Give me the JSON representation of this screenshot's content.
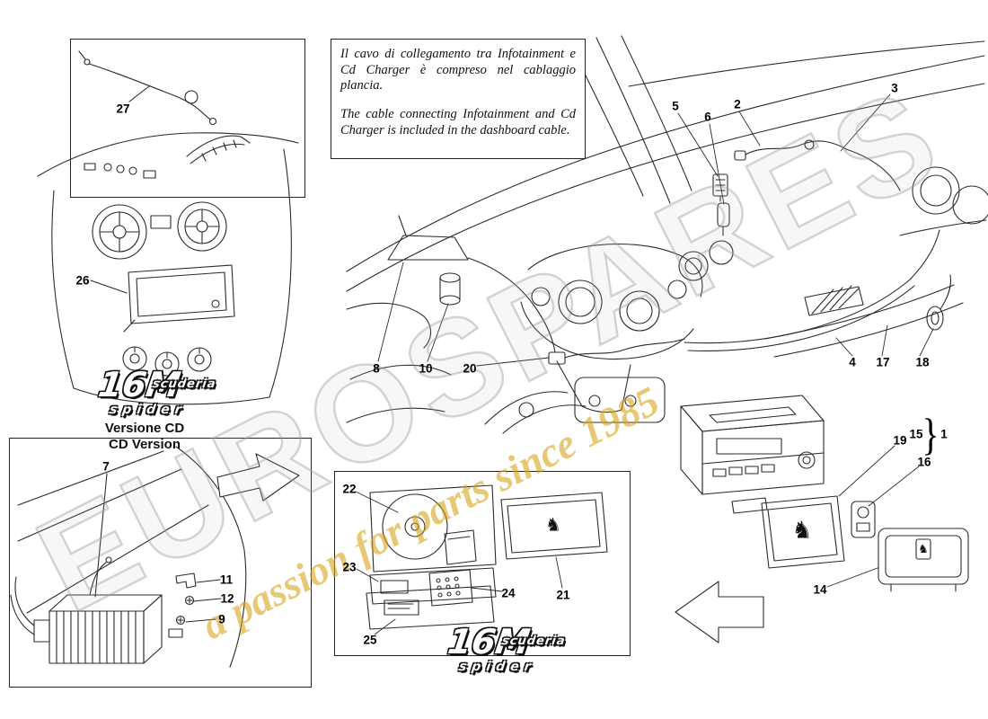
{
  "watermark": {
    "brand": "EUROSPARES",
    "tagline": "a passion for parts since 1985",
    "brand_color": "#aaaaaa",
    "tagline_color": "#d5a012"
  },
  "note": {
    "it": "Il cavo di collegamento tra Infotainment e Cd Charger è compreso nel cablaggio plancia.",
    "en": "The cable connecting Infotainment and Cd Charger is included in the dashboard cable."
  },
  "labels": {
    "version_it": "Versione CD",
    "version_en": "CD Version"
  },
  "badge": {
    "numeral": "16M",
    "scuderia": "scuderia",
    "spider": "spider"
  },
  "icons": {
    "prancing_horse": "♞",
    "brace": "}"
  },
  "callouts": {
    "c1": "1",
    "c2": "2",
    "c3": "3",
    "c4": "4",
    "c5": "5",
    "c6": "6",
    "c7": "7",
    "c8": "8",
    "c9": "9",
    "c10": "10",
    "c11": "11",
    "c12": "12",
    "c14": "14",
    "c15": "15",
    "c16": "16",
    "c17": "17",
    "c18": "18",
    "c19": "19",
    "c20": "20",
    "c21": "21",
    "c22": "22",
    "c23": "23",
    "c24": "24",
    "c25": "25",
    "c26": "26",
    "c27": "27"
  }
}
